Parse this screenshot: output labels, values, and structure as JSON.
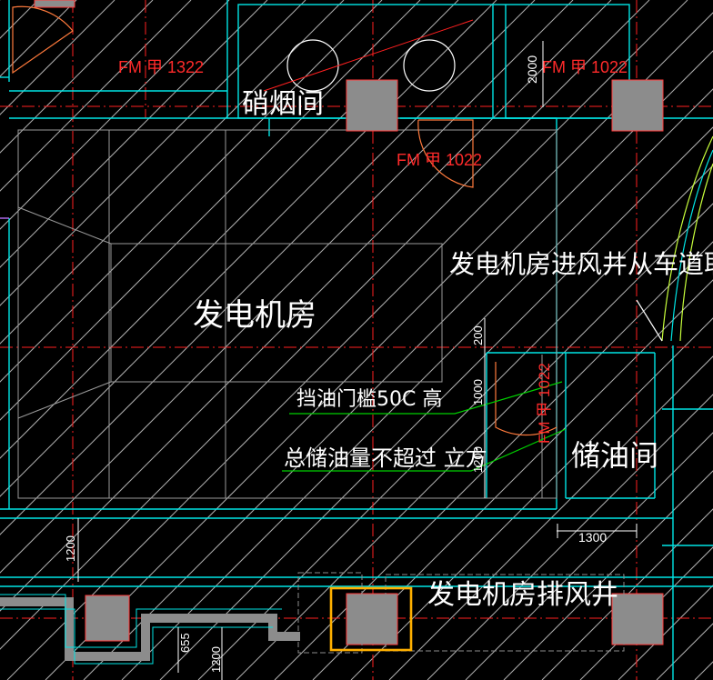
{
  "rooms": {
    "smoke_room": "硝烟间",
    "generator_room": "发电机房",
    "oil_storage": "储油间",
    "exhaust_shaft": "发电机房排风井"
  },
  "notes": {
    "intake_note": "发电机房进风井从车道取风",
    "oil_sill": "挡油门槛50C  高",
    "oil_total": "总储油量不超过 立方"
  },
  "doors": {
    "door_tl": "FM 甲 1322",
    "door_tr": "FM 甲 1022",
    "door_mid": "FM 甲 1022",
    "door_right": "FM 甲 1022"
  },
  "dimensions": {
    "d2000": "2000",
    "d200": "200",
    "d1000": "1000",
    "d1200_right": "1200",
    "d1200_left": "1200",
    "d1300": "1300",
    "d655": "655",
    "d1200_bottom": "1200"
  },
  "colors": {
    "background": "#000000",
    "wall": "#00e5e5",
    "axis": "#ff2020",
    "hatch": "#d0d0d0",
    "column": "#8c8c8c",
    "door": "#ff7a3c",
    "leader": "#00d000",
    "highlight": "#ffb000",
    "ramp": "#c8ff3c"
  }
}
